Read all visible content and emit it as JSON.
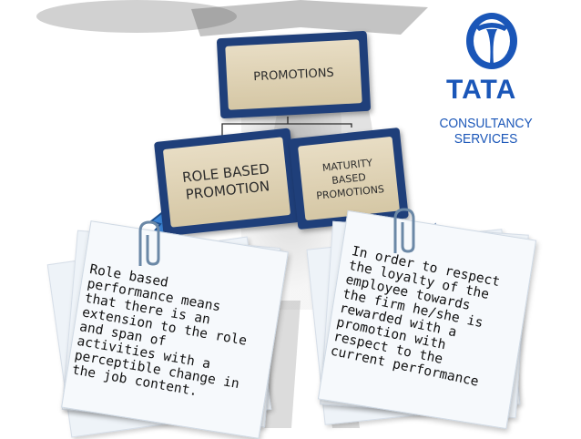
{
  "colors": {
    "box_border": "#1f3f7a",
    "box_fill": "#dccfb1",
    "arrow_fill": "#3b84d6",
    "brand_blue": "#1a56b8"
  },
  "logo": {
    "icon": "tata-t-emblem-icon",
    "wordmark": "TATA",
    "subtitle": "CONSULTANCY SERVICES"
  },
  "chart": {
    "root": "PROMOTIONS",
    "children": [
      {
        "label": "ROLE BASED PROMOTION"
      },
      {
        "label": "MATURITY BASED PROMOTIONS"
      }
    ]
  },
  "notes": [
    {
      "text": "Role based performance means that there is an extension to the role and span of activities with a perceptible change in the job content."
    },
    {
      "text": "In order to respect the loyalty of the employee towards the firm he/she is rewarded with a promotion with respect to the current performance"
    }
  ]
}
